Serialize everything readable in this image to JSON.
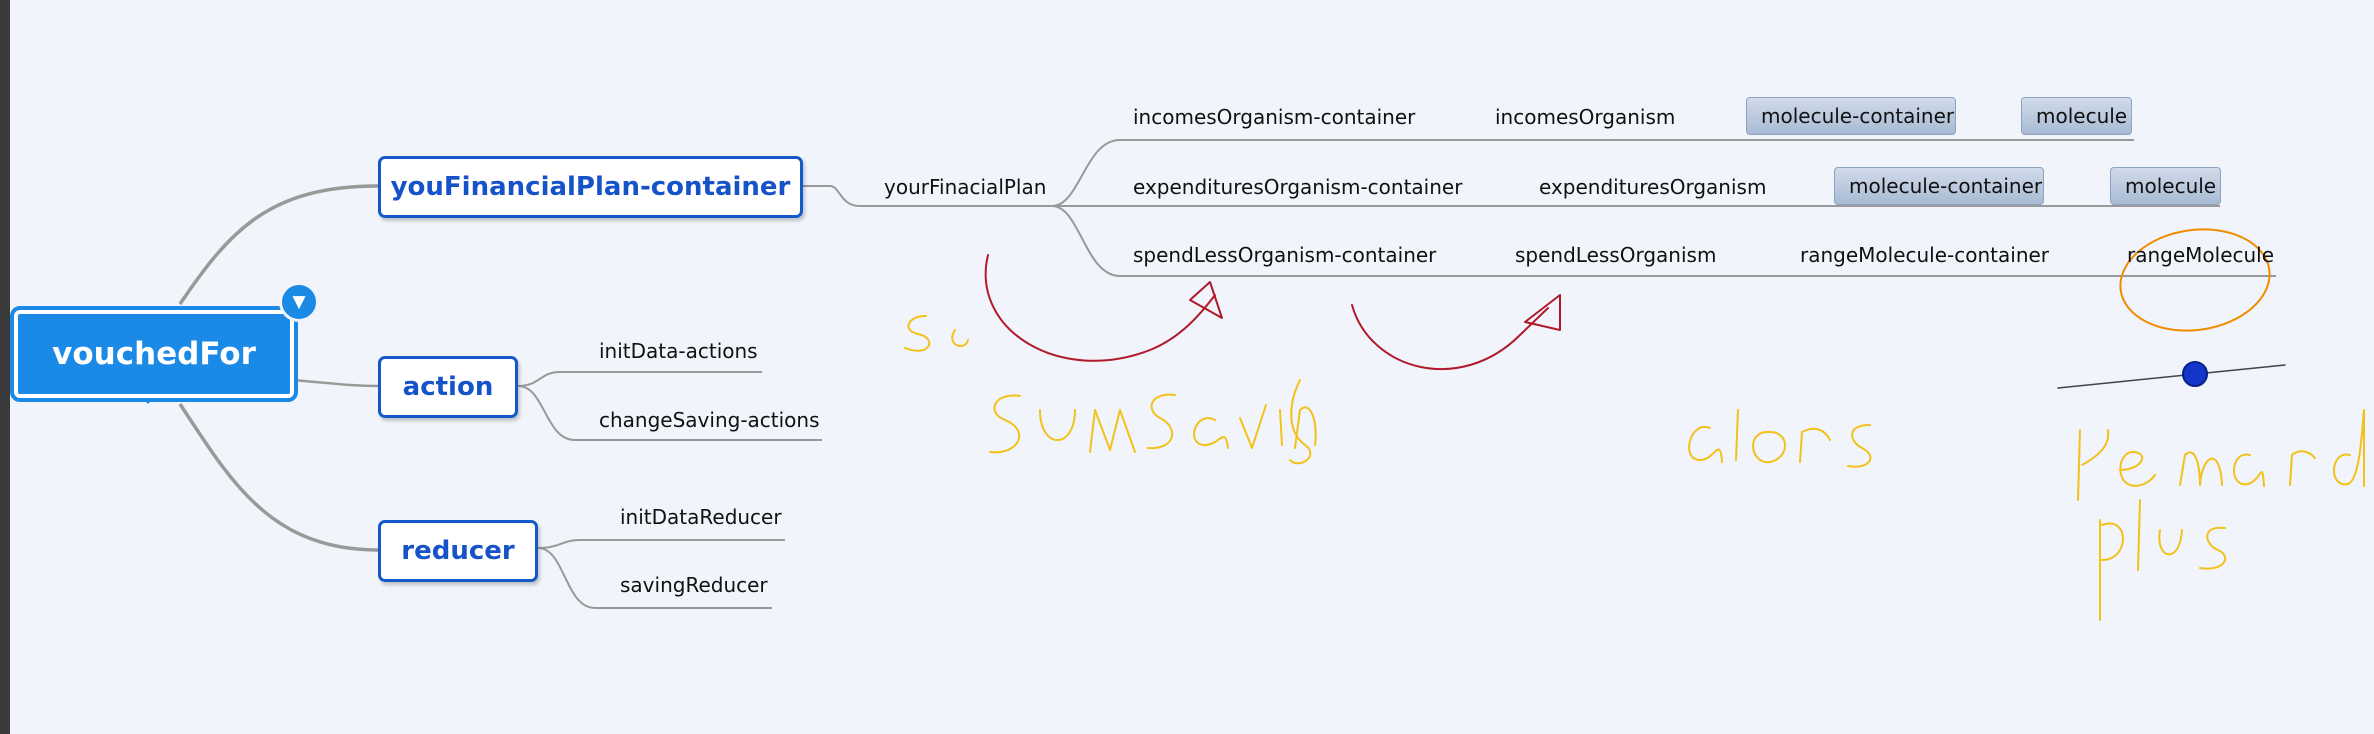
{
  "mindmap": {
    "root": {
      "label": "vouchedFor"
    },
    "collapse_glyph": "▼",
    "branches": {
      "container": {
        "label": "youFinancialPlan-container",
        "child": "yourFinacialPlan",
        "rows": [
          {
            "container": "incomesOrganism-container",
            "organism": "incomesOrganism",
            "chip_container": "molecule-container",
            "chip_molecule": "molecule"
          },
          {
            "container": "expendituresOrganism-container",
            "organism": "expendituresOrganism",
            "chip_container": "molecule-container",
            "chip_molecule": "molecule"
          },
          {
            "container": "spendLessOrganism-container",
            "organism": "spendLessOrganism",
            "molecule_container": "rangeMolecule-container",
            "molecule": "rangeMolecule"
          }
        ]
      },
      "action": {
        "label": "action",
        "children": [
          "initData-actions",
          "changeSaving-actions"
        ]
      },
      "reducer": {
        "label": "reducer",
        "children": [
          "initDataReducer",
          "savingReducer"
        ]
      }
    }
  },
  "colors": {
    "accent": "#1a8ae6",
    "branch_text": "#1652c8",
    "connector": "#999999",
    "annotation_red": "#b01a2a",
    "annotation_yellow": "#f2c21a",
    "annotation_orange": "#f08c00",
    "annotation_blue": "#1436c8"
  }
}
